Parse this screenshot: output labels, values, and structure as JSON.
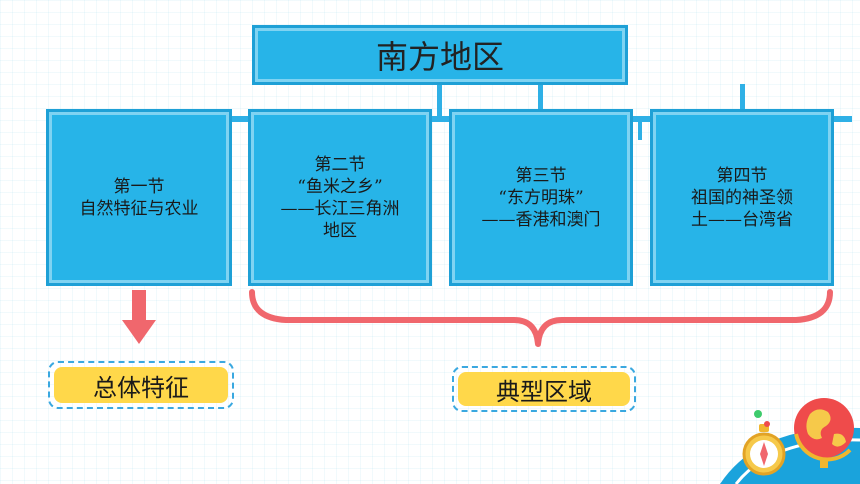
{
  "title": "南方地区",
  "sections": [
    {
      "lines": [
        "第一节",
        "自然特征与农业"
      ]
    },
    {
      "lines": [
        "第二节",
        "“鱼米之乡”",
        "——长江三角洲",
        "地区"
      ]
    },
    {
      "lines": [
        "第三节",
        "“东方明珠”",
        "——香港和澳门"
      ]
    },
    {
      "lines": [
        "第四节",
        "祖国的神圣领",
        "土——台湾省"
      ]
    }
  ],
  "labels": {
    "overall": "总体特征",
    "typical": "典型区域"
  },
  "colors": {
    "box_fill": "#27b4e8",
    "brace": "#f0676d",
    "arrow": "#f0676d",
    "label_fill": "#ffd84a"
  },
  "decor_icons": [
    "compass-icon",
    "globe-icon"
  ]
}
